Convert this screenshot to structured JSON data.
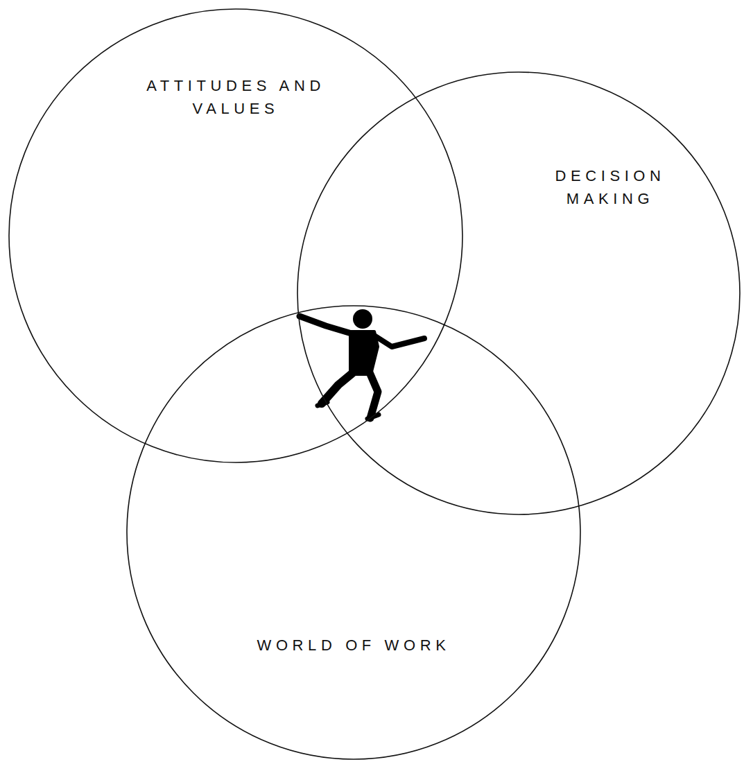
{
  "diagram": {
    "nodes": [
      {
        "text": [
          "ATTITUDES AND VALUES"
        ]
      },
      {
        "text": [
          "DECISION MAKING"
        ]
      },
      {
        "text": [
          "WORLD OF WORK"
        ]
      }
    ]
  }
}
